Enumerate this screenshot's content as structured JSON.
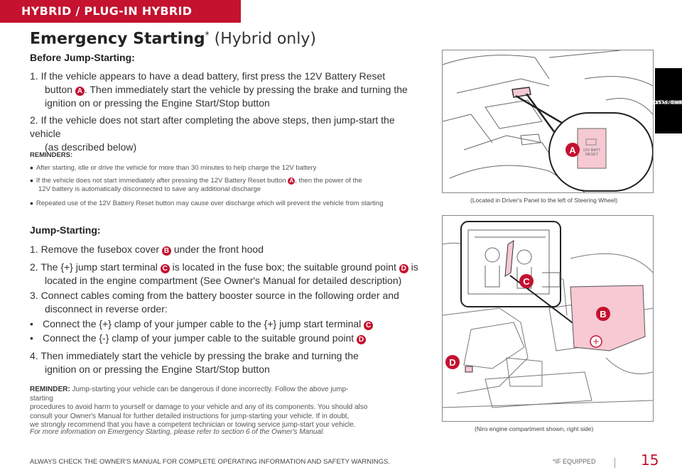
{
  "header": {
    "section": "HYBRID / PLUG-IN HYBRID SYSTEM"
  },
  "title": {
    "main": "Emergency Starting",
    "mark": "*",
    "suffix": "(Hybrid only)"
  },
  "before": {
    "heading": "Before Jump-Starting:",
    "step1_a": "1. If the vehicle appears to have a dead battery, first press the 12V Battery Reset",
    "step1_b1": "button",
    "step1_badge": "A",
    "step1_b2": ". Then immediately start the vehicle by pressing the brake and turning the",
    "step1_c": "ignition on or pressing the Engine Start/Stop button",
    "step2_a": "2. If the vehicle does not start after completing the above steps, then jump-start the vehicle",
    "step2_b": "(as described below)"
  },
  "reminders": {
    "heading": "REMINDERS:",
    "r1": "After starting, idle or drive the vehicle for more than 30 minutes to help charge the 12V battery",
    "r2_a": "If the vehicle does not start immediately after pressing the 12V Battery Reset button",
    "r2_badge": "A",
    "r2_b": ", then the power of the",
    "r2_c": "12V battery is automatically disconnected to save any additional discharge",
    "r3": "Repeated use of the 12V Battery Reset button may cause over discharge which will prevent the vehicle from starting"
  },
  "jump": {
    "heading": "Jump-Starting:",
    "s1_a": "1. Remove the fusebox cover",
    "s1_badge": "B",
    "s1_b": "under the front hood",
    "s2_a": "2. The {+} jump start terminal",
    "s2_badge1": "C",
    "s2_b": "is located in the fuse box; the suitable ground point",
    "s2_badge2": "D",
    "s2_c": "is",
    "s2_d": "located in the engine compartment (See Owner's Manual for detailed description)",
    "s3_a": "3. Connect cables coming from the battery booster source in the following order and",
    "s3_b": "disconnect in reverse order:",
    "b1": "Connect the {+} clamp of your jumper cable to the {+} jump start terminal",
    "b1_badge": "C",
    "b2": "Connect the {-} clamp of your jumper cable to the suitable ground point",
    "b2_badge": "D",
    "s4_a": "4. Then immediately start the vehicle by pressing the brake and turning the",
    "s4_b": "ignition on or pressing the Engine Start/Stop button"
  },
  "reminder2": {
    "label": "REMINDER:",
    "l1": "Jump-starting your vehicle can be dangerous if done incorrectly. Follow the above jump-starting",
    "l2": "procedures to avoid harm to yourself or damage to your vehicle and any of its components. You should also",
    "l3": "consult your Owner's Manual for further detailed instructions for jump-starting your vehicle. If in doubt,",
    "l4": "we strongly recommend that you have a competent technician or towing service jump-start your vehicle."
  },
  "more_info": "For more information on Emergency Starting, please refer to section 6 of the Owner's Manual.",
  "image1": {
    "caption": "(Located in Driver's Panel to the left of Steering Wheel)",
    "callout": "A",
    "button_line1": "12V BATT",
    "button_line2": "RESET"
  },
  "image2": {
    "caption": "(Niro engine compartment shown, right side)",
    "callout_b": "B",
    "callout_c": "C",
    "callout_d": "D"
  },
  "side_tab": {
    "line1": "HYBRID / PLUG-IN",
    "line2": "HYBRID SYSTEM"
  },
  "footer": {
    "warning": "ALWAYS CHECK THE OWNER'S MANUAL FOR COMPLETE OPERATING INFORMATION AND SAFETY WARNINGS.",
    "if_equipped": "*IF EQUIPPED",
    "page": "15"
  },
  "colors": {
    "accent": "#c4122f",
    "highlight": "#f6c9d3"
  }
}
